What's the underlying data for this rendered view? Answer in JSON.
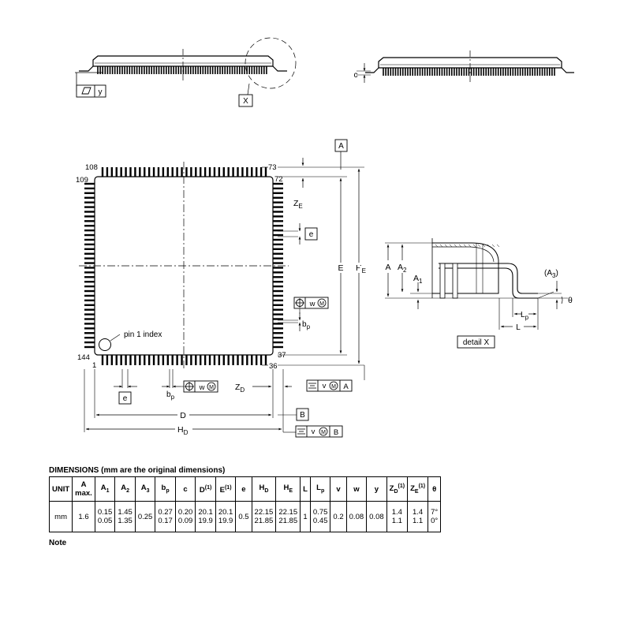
{
  "drawing": {
    "side_view_left": {
      "tol_y": "y",
      "detail_ref": "X"
    },
    "side_view_right": {
      "c_label": "c"
    },
    "top_view": {
      "pin_108": "108",
      "pin_109": "109",
      "pin_73": "73",
      "pin_72": "72",
      "pin_144": "144",
      "pin_1": "1",
      "pin_37": "37",
      "pin_36": "36",
      "pin1_index": "pin 1 index",
      "datum_a": "A",
      "datum_b": "B",
      "ze": "Z",
      "ze_sub": "E",
      "e_pitch": "e",
      "e_pitch_bottom": "e",
      "bp_right": "b",
      "bp_right_sub": "p",
      "bp_bottom": "b",
      "bp_bottom_sub": "p",
      "zd": "Z",
      "zd_sub": "D",
      "dim_e": "E",
      "dim_he": "H",
      "dim_he_sub": "E",
      "dim_d": "D",
      "dim_hd": "H",
      "dim_hd_sub": "D",
      "fcf_w": "w",
      "fcf_m": "M",
      "fcf_v": "v",
      "fcf_a": "A",
      "fcf_b": "B"
    },
    "detail_view": {
      "a": "A",
      "a2": "A",
      "a2_sub": "2",
      "a1": "A",
      "a1_sub": "1",
      "a3": "(A",
      "a3_sub": "3",
      "a3_close": ")",
      "theta": "θ",
      "lp": "L",
      "lp_sub": "p",
      "l": "L",
      "caption": "detail X"
    }
  },
  "table": {
    "caption": "DIMENSIONS (mm are the original dimensions)",
    "headers": [
      "UNIT",
      "A\nmax.",
      "A1",
      "A2",
      "A3",
      "bp",
      "c",
      "D(1)",
      "E(1)",
      "e",
      "HD",
      "HE",
      "L",
      "Lp",
      "v",
      "w",
      "y",
      "ZD(1)",
      "ZE(1)",
      "θ"
    ],
    "rows": [
      [
        "mm",
        "1.6",
        "0.15\n0.05",
        "1.45\n1.35",
        "0.25",
        "0.27\n0.17",
        "0.20\n0.09",
        "20.1\n19.9",
        "20.1\n19.9",
        "0.5",
        "22.15\n21.85",
        "22.15\n21.85",
        "1",
        "0.75\n0.45",
        "0.2",
        "0.08",
        "0.08",
        "1.4\n1.1",
        "1.4\n1.1",
        "7°\n0°"
      ]
    ],
    "note": "Note"
  }
}
